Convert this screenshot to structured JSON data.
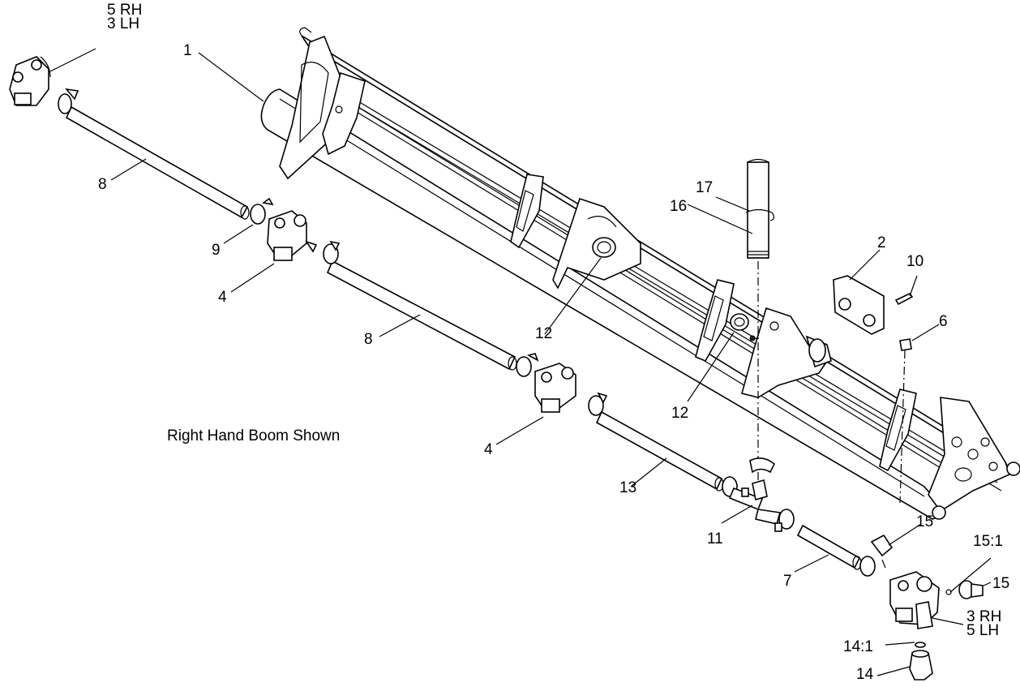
{
  "caption": "Right Hand Boom Shown",
  "callouts": {
    "c1": "1",
    "c2": "2",
    "c4a": "4",
    "c4b": "4",
    "c5rh_top": "5 RH",
    "c3lh_top": "3 LH",
    "c6": "6",
    "c7": "7",
    "c8a": "8",
    "c8b": "8",
    "c9": "9",
    "c10": "10",
    "c11": "11",
    "c12a": "12",
    "c12b": "12",
    "c13": "13",
    "c14": "14",
    "c14_1": "14:1",
    "c15a": "15",
    "c15b": "15",
    "c15_1": "15:1",
    "c16": "16",
    "c17": "17",
    "c3rh_bot": "3 RH",
    "c5lh_bot": "5 LH"
  }
}
